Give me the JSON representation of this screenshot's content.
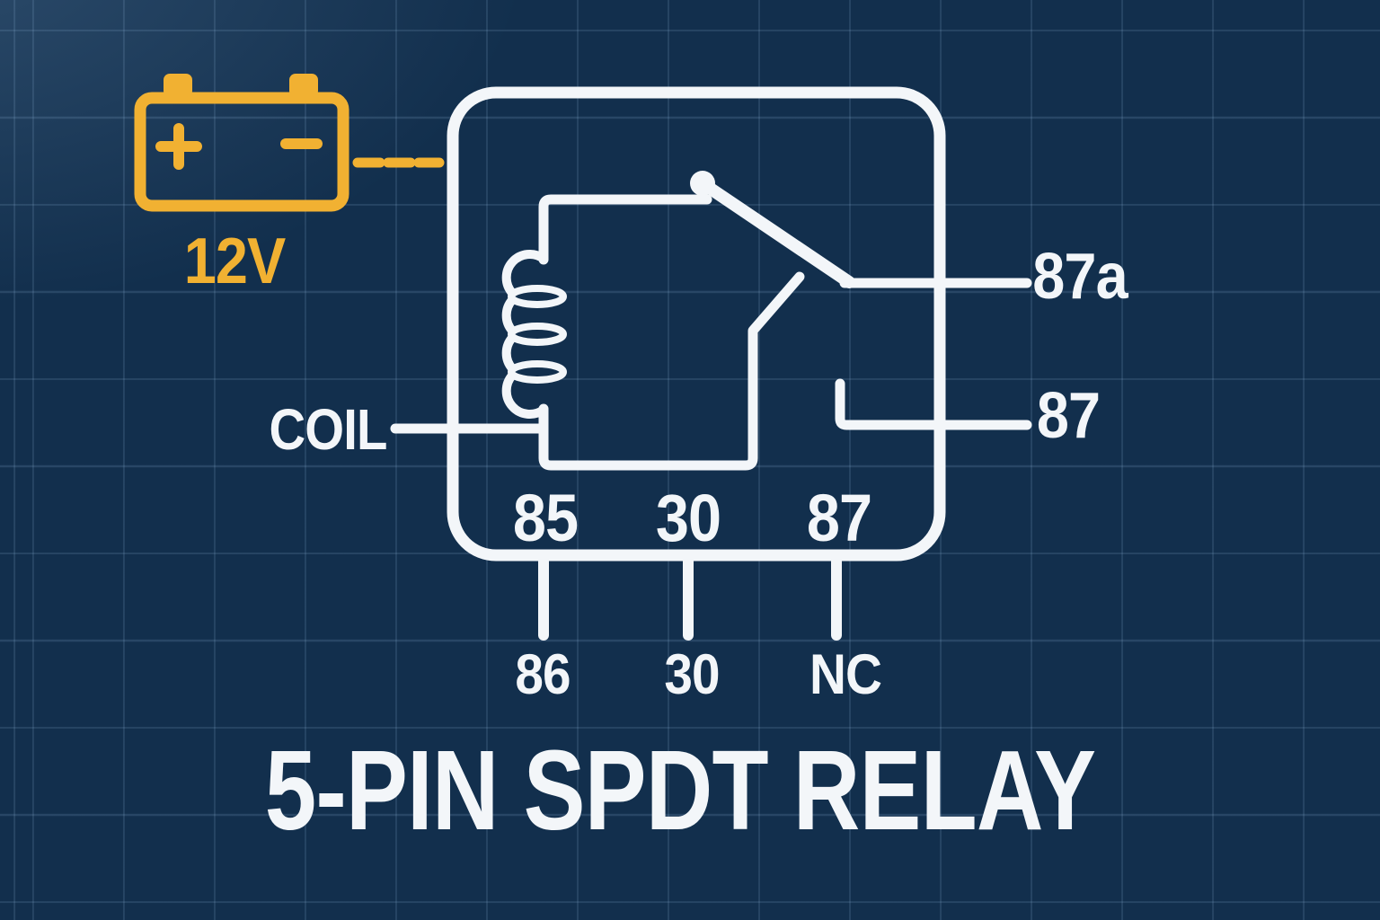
{
  "title": "5-PIN SPDT RELAY",
  "battery": {
    "voltage": "12V",
    "plus_symbol": "+",
    "minus_symbol": "−"
  },
  "labels": {
    "coil": "COIL",
    "terminal_87a": "87a",
    "terminal_87": "87"
  },
  "relay_pins": {
    "inside": [
      "85",
      "30",
      "87"
    ],
    "below": [
      "86",
      "30",
      "NC"
    ]
  },
  "colors": {
    "background": "#122F4D",
    "grid_line": "#2B4D70",
    "line_white": "#F3F6F9",
    "accent_yellow": "#F1B132"
  }
}
